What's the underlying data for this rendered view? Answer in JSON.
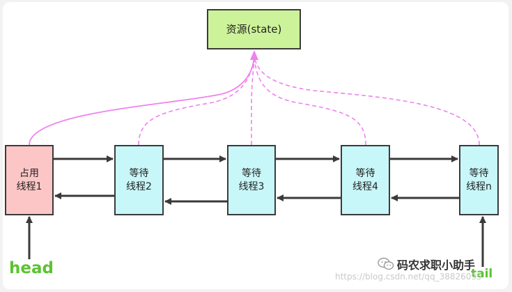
{
  "resource_node": {
    "label": "资源(state)"
  },
  "threads": [
    {
      "line1": "占用",
      "line2": "线程1"
    },
    {
      "line1": "等待",
      "line2": "线程2"
    },
    {
      "line1": "等待",
      "line2": "线程3"
    },
    {
      "line1": "等待",
      "line2": "线程4"
    },
    {
      "line1": "等待",
      "line2": "线程n"
    }
  ],
  "pointers": {
    "head": "head",
    "tail": "tail"
  },
  "watermark": {
    "brand": "码农求职小助手",
    "url": "https://blog.csdn.net/qq_38826095",
    "icon": "wechat-icon"
  },
  "colors": {
    "holder_fill": "#fdc6c6",
    "waiting_fill": "#c8f7f9",
    "resource_fill": "#cdf39a",
    "link_color": "#ee82ee",
    "pointer_label_color": "#5cc332"
  }
}
